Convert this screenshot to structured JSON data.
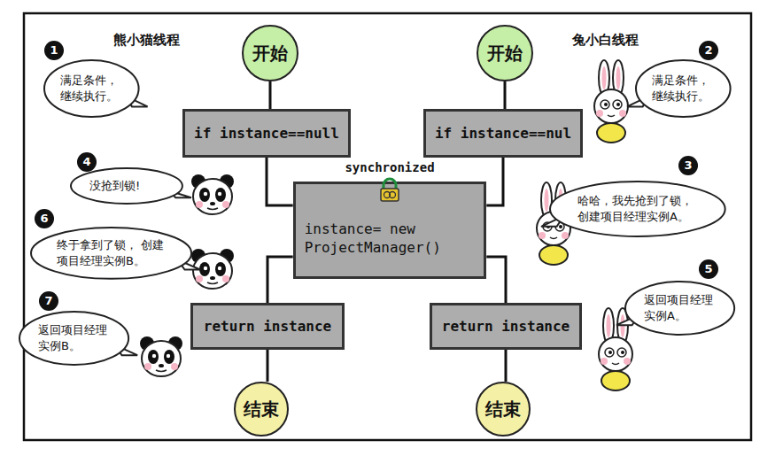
{
  "diagram": {
    "nodes": [
      {
        "text": [
          "开始"
        ]
      },
      {
        "text": [
          "开始"
        ]
      },
      {
        "text": [
          "满足条件， 继续执行。"
        ]
      },
      {
        "text": [
          "满足条件， 继续执行。"
        ]
      },
      {
        "text": [
          "if instance==null"
        ]
      },
      {
        "text": [
          "if instance==nul"
        ]
      },
      {
        "text": [
          "synchronized",
          "instance= new ProjectManager()"
        ]
      },
      {
        "text": [
          "没抢到锁!"
        ]
      },
      {
        "text": [
          "哈哈，我先抢到了锁， 创建项目经理实例A。"
        ]
      },
      {
        "text": [
          "终于拿到了锁， 创建项目经理实例B。"
        ]
      },
      {
        "text": [
          "返回项目经理 实例A。"
        ]
      },
      {
        "text": [
          "return instance"
        ]
      },
      {
        "text": [
          "return instance"
        ]
      },
      {
        "text": [
          "返回项目经理 实例B。"
        ]
      },
      {
        "text": [
          "结束"
        ]
      },
      {
        "text": [
          "结束"
        ]
      }
    ],
    "edges": [
      {
        "from": 0,
        "to": 4,
        "arrow": "none"
      },
      {
        "from": 1,
        "to": 5,
        "arrow": "none"
      },
      {
        "from": 4,
        "to": 6,
        "arrow": "none"
      },
      {
        "from": 5,
        "to": 6,
        "arrow": "none"
      },
      {
        "from": 6,
        "to": 11,
        "arrow": "none"
      },
      {
        "from": 6,
        "to": 12,
        "arrow": "none"
      },
      {
        "from": 11,
        "to": 14,
        "arrow": "none"
      },
      {
        "from": 12,
        "to": 15,
        "arrow": "none"
      }
    ],
    "labels": [
      "熊小猫线程",
      "兔小白线程",
      "1",
      "2",
      "3",
      "4",
      "5",
      "6",
      "7"
    ]
  }
}
